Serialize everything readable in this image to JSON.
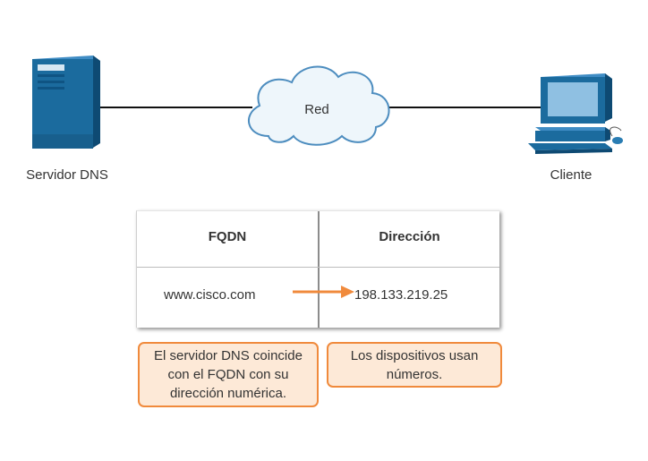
{
  "network": {
    "server_label": "Servidor DNS",
    "cloud_label": "Red",
    "client_label": "Cliente"
  },
  "table": {
    "headers": [
      "FQDN",
      "Dirección"
    ],
    "rows": [
      [
        "www.cisco.com",
        "198.133.219.25"
      ]
    ]
  },
  "notes": {
    "left": [
      "El servidor DNS coincide",
      "con el FQDN con su",
      "dirección numérica."
    ],
    "right": [
      "Los dispositivos usan",
      "números."
    ]
  },
  "colors": {
    "accent_orange": "#f08a3c",
    "note_fill": "#fde9d7",
    "device_blue": "#1b6b9e",
    "cloud_fill": "#eef6fb",
    "cloud_stroke": "#4d8dbf"
  }
}
